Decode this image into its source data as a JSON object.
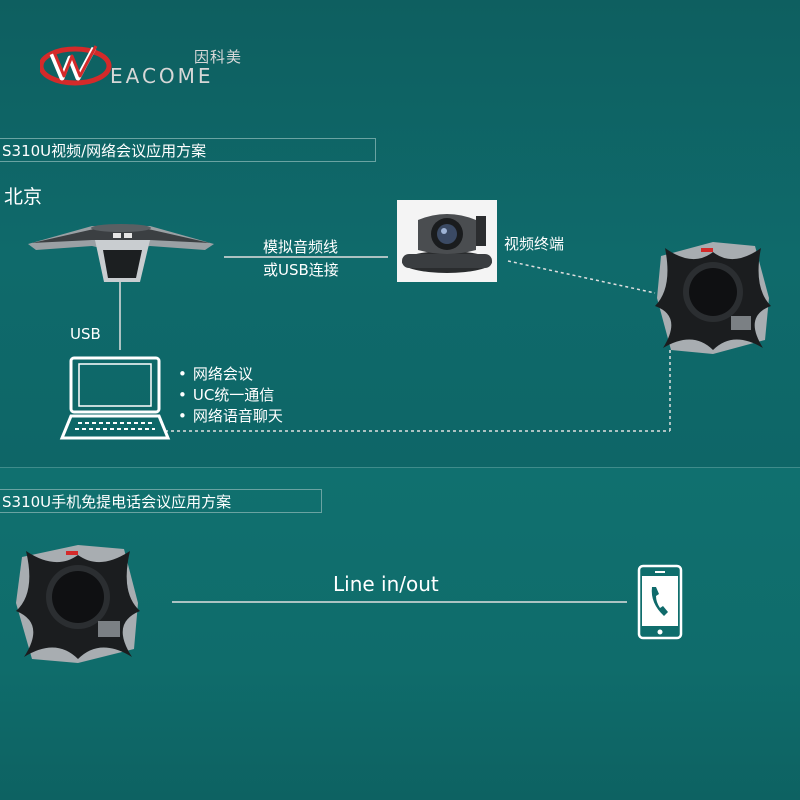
{
  "logo": {
    "cn": "因科美",
    "en": "EACOME"
  },
  "section1": {
    "title": "S310U视频/网络会议应用方案",
    "city": "北京",
    "link_label_1": "模拟音频线",
    "link_label_2": "或USB连接",
    "camera_label": "视频终端",
    "usb_label": "USB",
    "features": [
      "网络会议",
      "UC统一通信",
      "网络语音聊天"
    ]
  },
  "section2": {
    "title": "S310U手机免提电话会议应用方案",
    "link_label": "Line in/out"
  },
  "colors": {
    "bg": "#0f6a6b",
    "logo_red": "#d42a2a",
    "line": "#e0e0e0"
  }
}
